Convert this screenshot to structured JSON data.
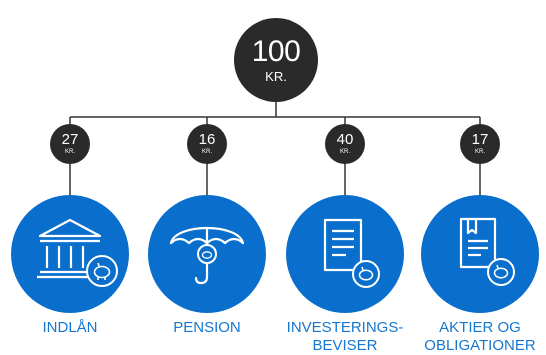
{
  "total": {
    "value": "100",
    "unit": "KR."
  },
  "items": [
    {
      "value": "27",
      "unit": "KR.",
      "label": "INDLÅN",
      "icon": "bank-icon"
    },
    {
      "value": "16",
      "unit": "KR.",
      "label": "PENSION",
      "icon": "umbrella-icon"
    },
    {
      "value": "40",
      "unit": "KR.",
      "label": "INVESTERINGS-\nBEVISER",
      "icon": "document-icon"
    },
    {
      "value": "17",
      "unit": "KR.",
      "label": "AKTIER OG\nOBLIGATIONER",
      "icon": "certificate-icon"
    }
  ],
  "colors": {
    "bubble": "#2a2a2a",
    "accent": "#0a6fcc",
    "label": "#1677d0",
    "line": "#333333"
  }
}
